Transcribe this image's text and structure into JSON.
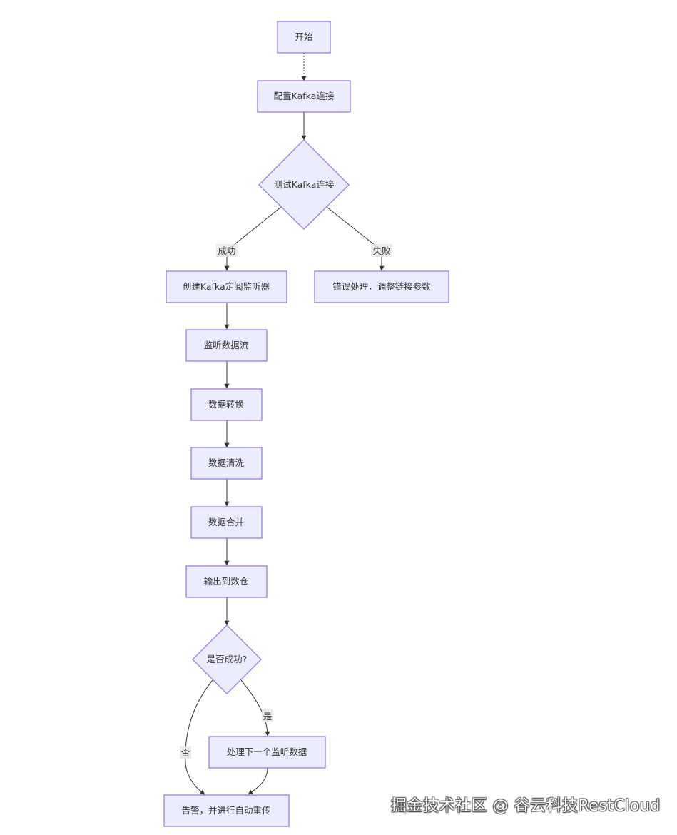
{
  "nodes": {
    "start": "开始",
    "config": "配置Kafka连接",
    "test": "测试Kafka连接",
    "create_listener": "创建Kafka定阅监听器",
    "error_handle": "错误处理，调整链接参数",
    "listen": "监听数据流",
    "transform": "数据转换",
    "clean": "数据清洗",
    "merge": "数据合并",
    "output": "输出到数仓",
    "is_success": "是否成功?",
    "next": "处理下一个监听数据",
    "alert": "告警，并进行自动重传"
  },
  "edges": {
    "success": "成功",
    "fail": "失败",
    "yes": "是",
    "no": "否"
  },
  "colors": {
    "node_fill": "#ECECFF",
    "node_stroke": "#9370DB",
    "line": "#333333"
  },
  "watermark": "掘金技术社区 @ 谷云科技RestCloud"
}
